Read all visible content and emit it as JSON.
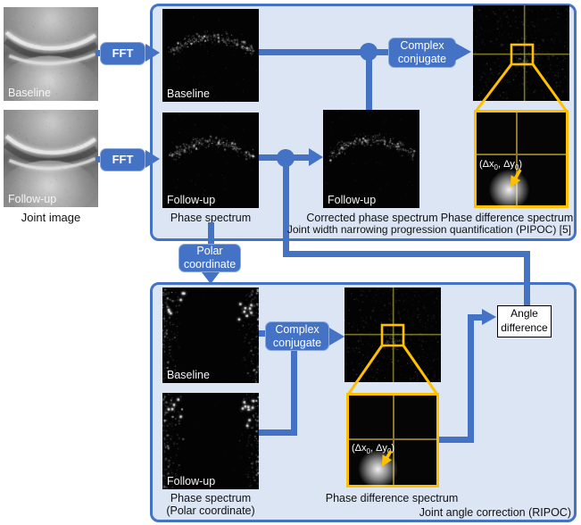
{
  "colors": {
    "accent_blue": "#4472c4",
    "panel_fill": "#dbe5f3",
    "magnifier_gold": "#ffc000"
  },
  "joint": {
    "baseline_label": "Baseline",
    "followup_label": "Follow-up",
    "caption": "Joint image"
  },
  "fft": {
    "label": "FFT"
  },
  "pipoc": {
    "baseline_label": "Baseline",
    "followup_label": "Follow-up",
    "phase_spectrum_caption": "Phase spectrum",
    "complex_conjugate_label": "Complex conjugate",
    "corrected_label": "Follow-up",
    "corrected_caption": "Corrected phase spectrum",
    "phase_difference_caption": "Phase difference spectrum",
    "delta": {
      "pre": "(Δx",
      "sub1": "0",
      "mid": ", Δy",
      "sub2": "0",
      "post": ")"
    },
    "panel_caption": "Joint width narrowing progression quantification (PIPOC) [5]"
  },
  "polar": {
    "label": "Polar coordinate"
  },
  "ripoc": {
    "baseline_label": "Baseline",
    "followup_label": "Follow-up",
    "phase_spectrum_caption_1": "Phase spectrum",
    "phase_spectrum_caption_2": "(Polar coordinate)",
    "complex_conjugate_label": "Complex conjugate",
    "phase_difference_caption": "Phase difference spectrum",
    "delta": {
      "pre": "(Δx",
      "sub1": "0",
      "mid": ", Δy",
      "sub2": "0",
      "post": ")"
    },
    "angle_difference_label": "Angle difference",
    "panel_caption": "Joint angle correction (RIPOC)"
  }
}
